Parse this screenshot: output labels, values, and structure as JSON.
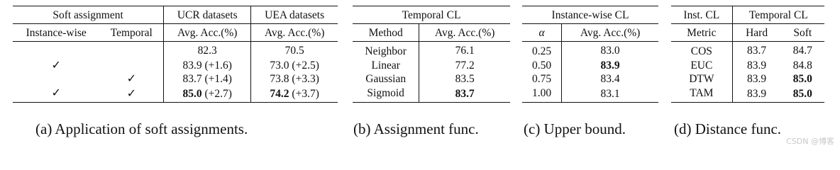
{
  "panel_a": {
    "caption": "(a) Application of soft assignments.",
    "group_soft": "Soft assignment",
    "group_ucr": "UCR datasets",
    "group_uea": "UEA datasets",
    "col_instance": "Instance-wise",
    "col_temporal": "Temporal",
    "col_ucr_metric": "Avg. Acc.(%)",
    "col_uea_metric": "Avg. Acc.(%)",
    "rows": [
      {
        "inst": "",
        "temp": "",
        "ucr_val": "82.3",
        "ucr_delta": "",
        "uea_val": "70.5",
        "uea_delta": ""
      },
      {
        "inst": "✓",
        "temp": "",
        "ucr_val": "83.9",
        "ucr_delta": " (+1.6)",
        "uea_val": "73.0",
        "uea_delta": " (+2.5)"
      },
      {
        "inst": "",
        "temp": "✓",
        "ucr_val": "83.7",
        "ucr_delta": " (+1.4)",
        "uea_val": "73.8",
        "uea_delta": " (+3.3)"
      },
      {
        "inst": "✓",
        "temp": "✓",
        "ucr_val": "85.0",
        "ucr_delta": " (+2.7)",
        "uea_val": "74.2",
        "uea_delta": " (+3.7)"
      }
    ]
  },
  "panel_b": {
    "caption": "(b) Assignment func.",
    "group": "Temporal CL",
    "col_method": "Method",
    "col_acc": "Avg. Acc.(%)",
    "rows": [
      {
        "method": "Neighbor",
        "acc": "76.1"
      },
      {
        "method": "Linear",
        "acc": "77.2"
      },
      {
        "method": "Gaussian",
        "acc": "83.5"
      },
      {
        "method": "Sigmoid",
        "acc": "83.7"
      }
    ]
  },
  "panel_c": {
    "caption": "(c) Upper bound.",
    "group": "Instance-wise CL",
    "col_alpha": "α",
    "col_acc": "Avg. Acc.(%)",
    "rows": [
      {
        "alpha": "0.25",
        "acc": "83.0"
      },
      {
        "alpha": "0.50",
        "acc": "83.9"
      },
      {
        "alpha": "0.75",
        "acc": "83.4"
      },
      {
        "alpha": "1.00",
        "acc": "83.1"
      }
    ]
  },
  "panel_d": {
    "caption": "(d) Distance func.",
    "group_inst": "Inst. CL",
    "group_temp": "Temporal CL",
    "col_metric": "Metric",
    "col_hard": "Hard",
    "col_soft": "Soft",
    "rows": [
      {
        "metric": "COS",
        "hard": "83.7",
        "soft": "84.7"
      },
      {
        "metric": "EUC",
        "hard": "83.9",
        "soft": "84.8"
      },
      {
        "metric": "DTW",
        "hard": "83.9",
        "soft": "85.0"
      },
      {
        "metric": "TAM",
        "hard": "83.9",
        "soft": "85.0"
      }
    ]
  },
  "watermark": "CSDN @博客"
}
